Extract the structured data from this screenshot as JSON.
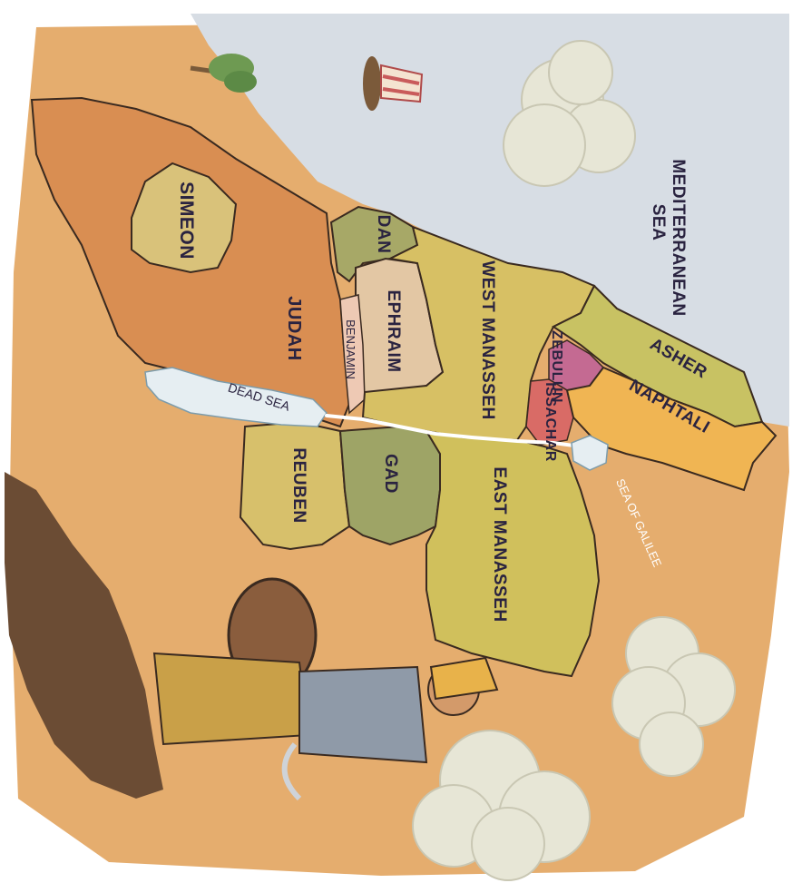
{
  "regions": {
    "simeon": "SIMEON",
    "judah": "JUDAH",
    "dan": "DAN",
    "ephraim": "EPHRAIM",
    "benjamin": "BENJAMIN",
    "west_manasseh": "WEST MANASSEH",
    "zebulun": "ZEBULUN",
    "issachar": "ISSACHAR",
    "asher": "ASHER",
    "naphtali": "NAPHTALI",
    "reuben": "REUBEN",
    "gad": "GAD",
    "east_manasseh": "EAST MANASSEH"
  },
  "waters": {
    "mediterranean_line1": "MEDITERRANEAN",
    "mediterranean_line2": "SEA",
    "dead_sea": "DEAD SEA",
    "sea_of_galilee": "SEA OF GALILEE"
  },
  "colors": {
    "sand": "#e5ad6e",
    "sea": "#d7dde4",
    "judah": "#d98e52",
    "simeon": "#d9c27a",
    "dan": "#a7a867",
    "ephraim": "#e3c7a4",
    "benjamin": "#eec9b4",
    "west_manasseh": "#d7c064",
    "zebulun": "#c46a92",
    "issachar": "#d96b66",
    "asher": "#c8c263",
    "naphtali": "#f0b553",
    "reuben": "#d7c06b",
    "gad": "#9ea466",
    "east_manasseh": "#d0c05c",
    "water": "#e6eef2"
  }
}
